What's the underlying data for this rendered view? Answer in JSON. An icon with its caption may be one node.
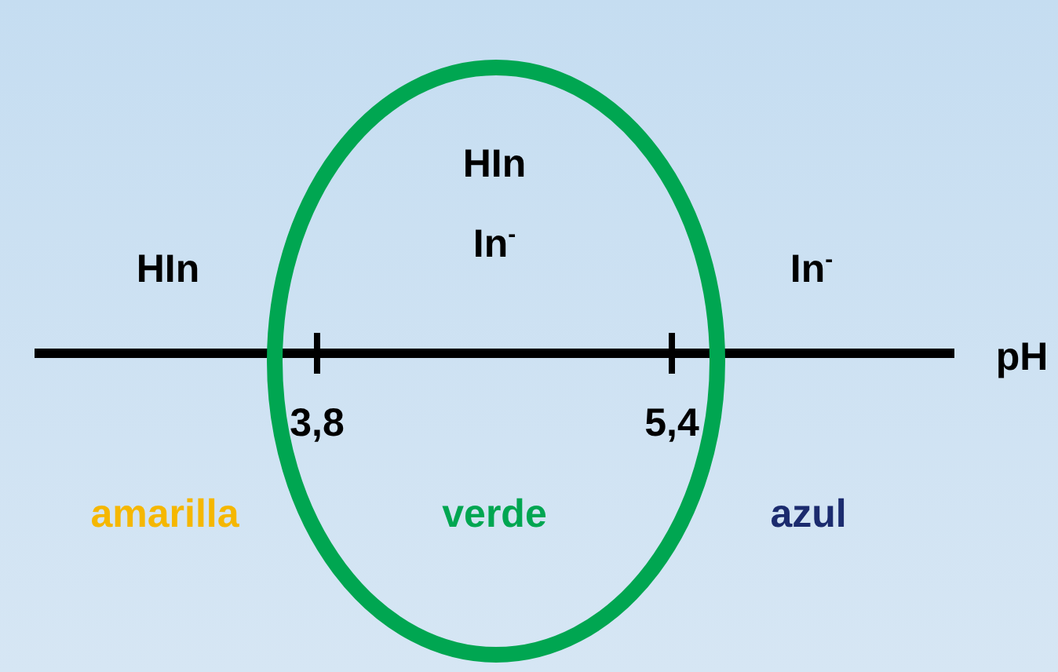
{
  "diagram": {
    "nodes": [
      {
        "text": [
          "HIn",
          "In$^{-}$",
          "verde"
        ]
      }
    ],
    "labels": [
      "HIn",
      "In$^{-}$",
      "pH",
      "3,8",
      "5,4",
      "amarilla",
      "azul"
    ]
  }
}
